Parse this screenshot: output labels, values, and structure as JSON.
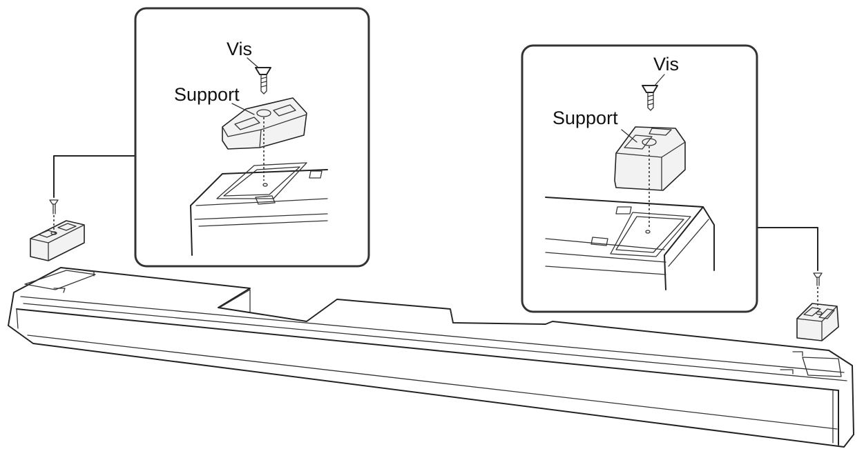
{
  "callouts": {
    "left": {
      "screw_label": "Vis",
      "bracket_label": "Support"
    },
    "right": {
      "screw_label": "Vis",
      "bracket_label": "Support"
    }
  },
  "colors": {
    "line": "#222222",
    "background": "#ffffff"
  }
}
